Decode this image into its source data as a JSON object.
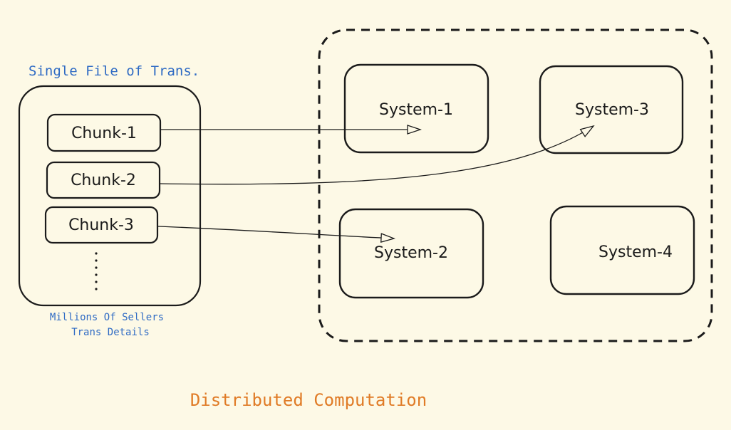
{
  "file": {
    "title": "Single File of Trans.",
    "chunks": [
      "Chunk-1",
      "Chunk-2",
      "Chunk-3"
    ],
    "caption_line1": "Millions Of Sellers",
    "caption_line2": "Trans Details"
  },
  "cluster": {
    "systems": [
      "System-1",
      "System-3",
      "System-2",
      "System-4"
    ]
  },
  "footer": {
    "title": "Distributed Computation"
  },
  "colors": {
    "background": "#fdf9e6",
    "blue_text": "#2f6bc4",
    "orange_text": "#e07b26",
    "stroke": "#1b1b1b"
  }
}
